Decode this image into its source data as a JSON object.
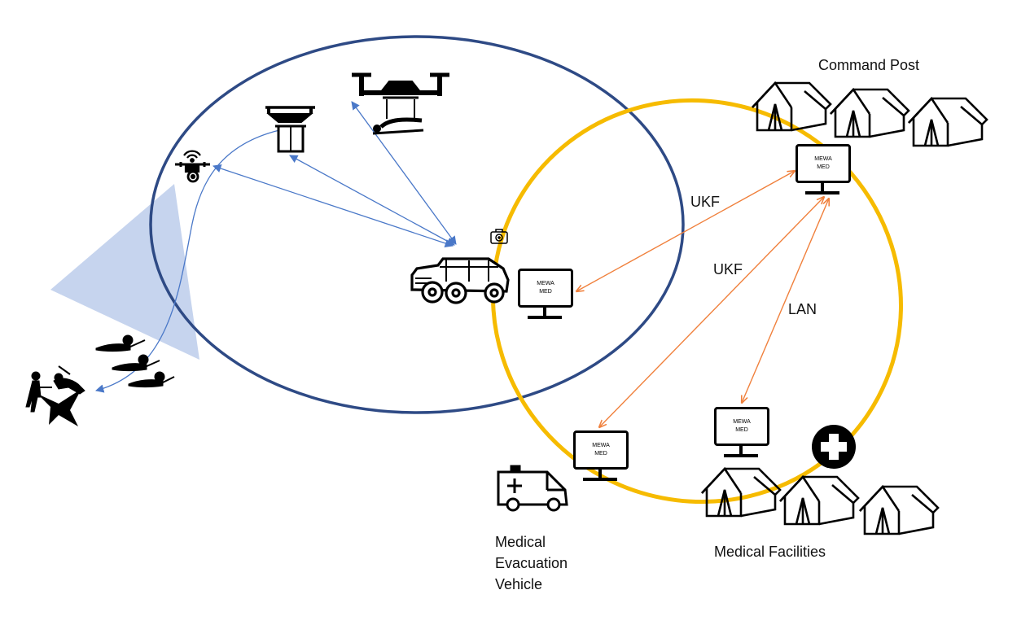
{
  "labels": {
    "command_post": "Command Post",
    "medevac_line1": "Medical",
    "medevac_line2": "Evacuation",
    "medevac_line3": "Vehicle",
    "medical_facilities": "Medical Facilities",
    "link_ukf_1": "UKF",
    "link_ukf_2": "UKF",
    "link_lan": "LAN"
  },
  "monitor_text": {
    "line1": "MEWA",
    "line2": "MED"
  },
  "colors": {
    "blue_circle": "#2e4a85",
    "yellow_circle": "#f6bb00",
    "orange_link": "#f0803c",
    "blue_link": "#4a78c8",
    "sensor_cone": "#c6d4ee"
  },
  "icons": [
    "drone-camera-icon",
    "drone-package-icon",
    "drone-stretcher-icon",
    "medkit-icon",
    "humvee-icon",
    "monitor-icon",
    "ambulance-icon",
    "tent-icon",
    "medical-cross-icon",
    "soldier-icon",
    "explosion-icon"
  ]
}
